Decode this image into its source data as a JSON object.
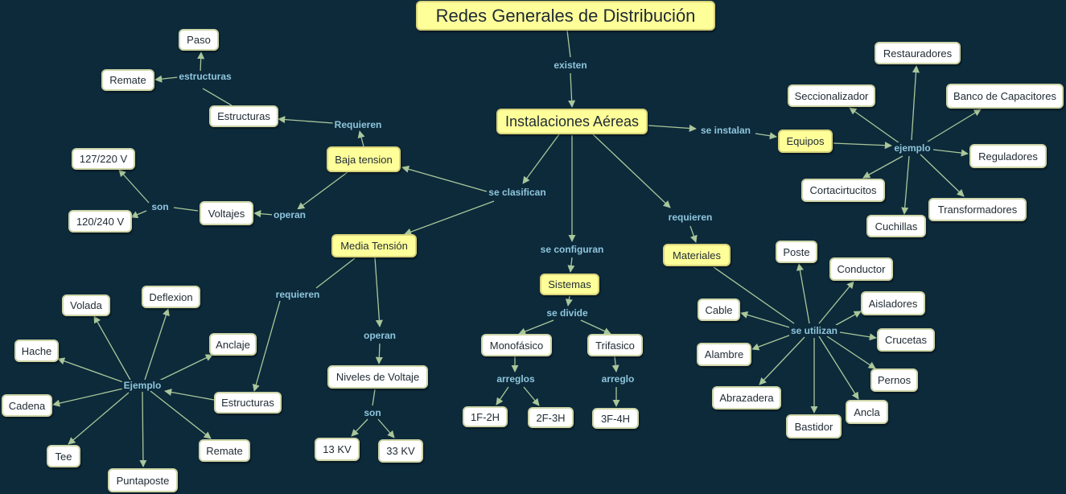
{
  "nodes": {
    "root": "Redes Generales de Distribución",
    "aereas": "Instalaciones Aéreas",
    "baja": "Baja tension",
    "media": "Media Tensión",
    "sistemas": "Sistemas",
    "materiales": "Materiales",
    "equipos": "Equipos",
    "estructuras_bt": "Estructuras",
    "paso": "Paso",
    "remate_bt": "Remate",
    "voltajes": "Voltajes",
    "v127": "127/220 V",
    "v120": "120/240 V",
    "niveles": "Niveles de Voltaje",
    "kv13": "13 KV",
    "kv33": "33 KV",
    "estructuras_mt": "Estructuras",
    "volada": "Volada",
    "deflexion": "Deflexion",
    "hache": "Hache",
    "anclaje": "Anclaje",
    "cadena": "Cadena",
    "tee": "Tee",
    "puntaposte": "Puntaposte",
    "remate_mt": "Remate",
    "monofasico": "Monofásico",
    "trifasico": "Trifasico",
    "f1": "1F-2H",
    "f2": "2F-3H",
    "f3": "3F-4H",
    "poste": "Poste",
    "conductor": "Conductor",
    "cable": "Cable",
    "aisladores": "Aisladores",
    "alambre": "Alambre",
    "crucetas": "Crucetas",
    "pernos": "Pernos",
    "abrazadera": "Abrazadera",
    "ancla": "Ancla",
    "bastidor": "Bastidor",
    "restauradores": "Restauradores",
    "seccionalizador": "Seccionalizador",
    "banco": "Banco de Capacitores",
    "reguladores": "Reguladores",
    "cortacircuitos": "Cortacirtucitos",
    "transformadores": "Transformadores",
    "cuchillas": "Cuchillas"
  },
  "links": {
    "existen": "existen",
    "se_instalan": "se instalan",
    "ejemplo_eq": "ejemplo",
    "se_clasifican": "se clasifican",
    "requieren_mat": "requieren",
    "se_configuran": "se configuran",
    "requieren_bt": "Requieren",
    "estructuras_lbl": "estructuras",
    "operan_bt": "operan",
    "son_bt": "son",
    "requieren_mt": "requieren",
    "operan_mt": "operan",
    "son_mt": "son",
    "ejemplo_mt": "Ejemplo",
    "se_divide": "se divide",
    "arreglos": "arreglos",
    "arreglo": "arreglo",
    "se_utilizan": "se utilizan"
  },
  "colors": {
    "background": "#0d2a3b",
    "concept_main": "#ffff9a",
    "concept_leaf": "#ffffff",
    "link_text": "#8ec6dc",
    "connector": "#a9c79a"
  }
}
